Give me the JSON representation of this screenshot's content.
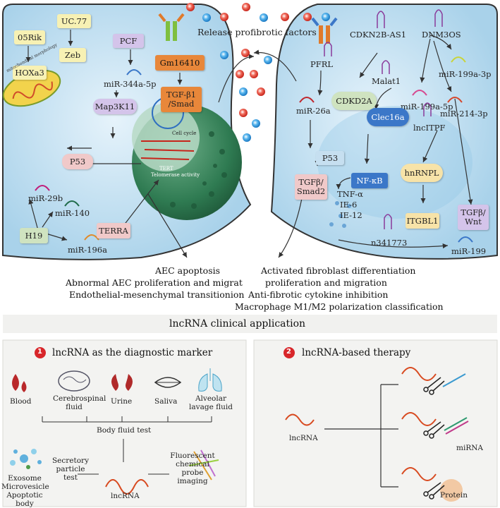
{
  "top_caption": "Release profibrotic factors",
  "left_cell": {
    "boxes": {
      "rik": "05Rik",
      "hoxa3": "HOXa3",
      "uc77": "UC.77",
      "zeb": "Zeb",
      "pcf": "PCF",
      "gm": "Gm16410",
      "tgf": "TGF-β1\n/Smad",
      "map3k": "Map3K11",
      "p53": "P53",
      "terra": "TERRA",
      "h19": "H19"
    },
    "labels": {
      "mir344": "miR-344a-5p",
      "mir29b": "miR-29b",
      "mir140": "miR-140",
      "mir196a": "miR-196a",
      "mito": "mitochondrial morphology",
      "cell_cycle": "Cell cycle",
      "tert": "TERT",
      "telomerase": "Telomerase activity"
    },
    "outcomes": [
      "AEC apoptosis",
      "Abnormal AEC proliferation and migrat",
      "Endothelial-mesenchymal transitionion"
    ]
  },
  "right_cell": {
    "labels": {
      "cdkn": "CDKN2B-AS1",
      "dnm": "DNM3OS",
      "pfrl": "PFRL",
      "mir199a3p": "miR-199a-3p",
      "malat": "Malat1",
      "mir199a5p": "miR-199a-5p",
      "mir214": "miR-214-3p",
      "mir26a": "miR-26a",
      "lncitpf": "lncITPF",
      "tnf": "TNF-α",
      "ie6": "IE-6",
      "ie12": "IE-12",
      "n341773": "n341773",
      "mir199": "miR-199"
    },
    "boxes": {
      "cdkd2a": "CDKD2A",
      "clec": "Clec16a",
      "p53": "P53",
      "nfkb": "NF-κB",
      "hnrnpl": "hnRNPL",
      "tgfsmad2": "TGFβ/\nSmad2",
      "itgbl1": "ITGBL1",
      "tgfwnt": "TGFβ/\nWnt"
    },
    "outcomes": [
      "Activated fibroblast differentiation",
      "proliferation and migration",
      "Anti-fibrotic cytokine inhibition",
      "Macrophage M1/M2 polarization classification"
    ]
  },
  "clinical_header": "lncRNA clinical application",
  "panel1": {
    "number": "1",
    "title": "lncRNA as the diagnostic marker",
    "fluids": [
      "Blood",
      "Cerebrospinal\nfluid",
      "Urine",
      "Saliva",
      "Alveolar\nlavage fluid"
    ],
    "body_fluid_test": "Body fluid test",
    "vesicles": "Exosome\nMicrovesicle\nApoptotic body",
    "secretory": "Secretory\nparticle test",
    "fluorescent": "Fluorescent\nchemical\nprobe imaging",
    "lncrna": "lncRNA"
  },
  "panel2": {
    "number": "2",
    "title": "lncRNA-based therapy",
    "lncrna": "lncRNA",
    "mirna": "miRNA",
    "protein": "Protein"
  },
  "colors": {
    "cell_fill": "#c6e4f3",
    "cell_edge": "#3b3b3b",
    "nucleus": "#3f8a62",
    "orange_box": "#e8873a",
    "purple_box": "#d4c4ea",
    "yellow_box": "#f7f1b4",
    "green_box": "#cfe3c0",
    "pink_box": "#f0c9c9",
    "blue_box": "#3b77c8",
    "panel_bg": "#f3f3f1",
    "badge": "#d8262a"
  }
}
